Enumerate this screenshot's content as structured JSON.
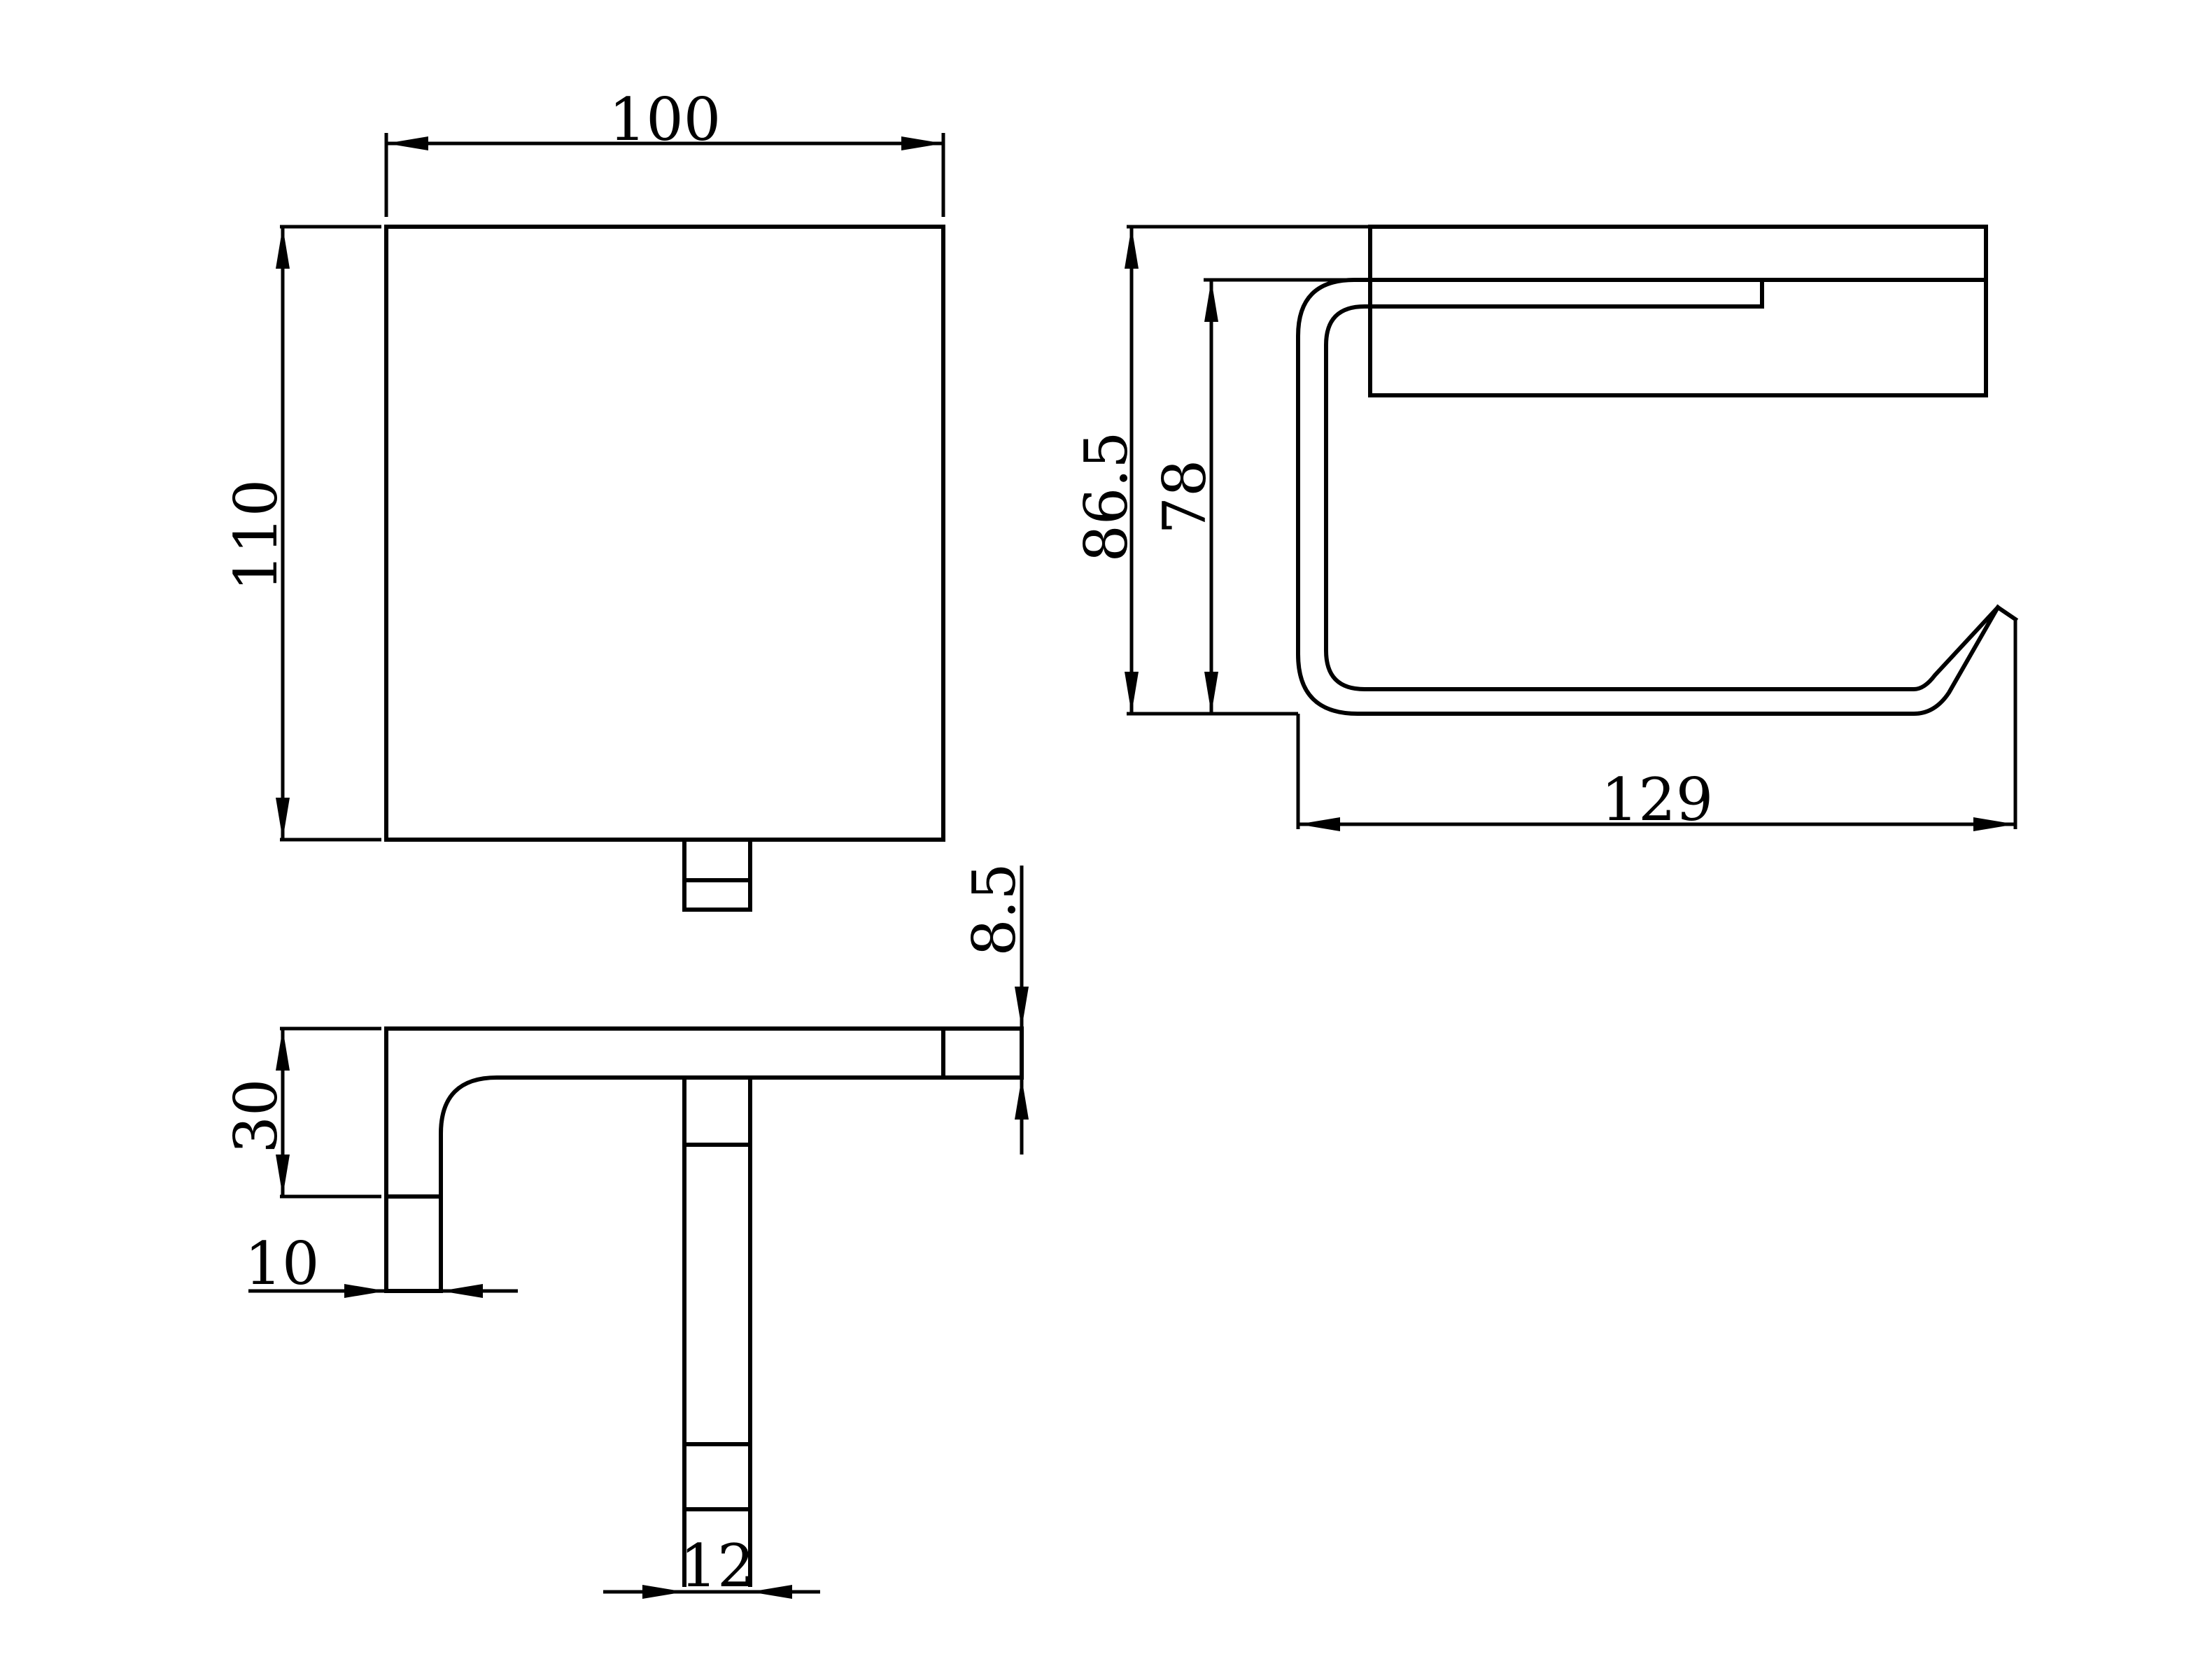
{
  "dimensions": {
    "front_width": "100",
    "front_height": "110",
    "side_overall_height": "86.5",
    "side_inner_height": "78",
    "side_depth": "129",
    "top_offset": "8.5",
    "top_depth": "30",
    "top_thickness": "10",
    "stem_width": "12"
  },
  "colors": {
    "line": "#000000",
    "background": "#ffffff"
  }
}
